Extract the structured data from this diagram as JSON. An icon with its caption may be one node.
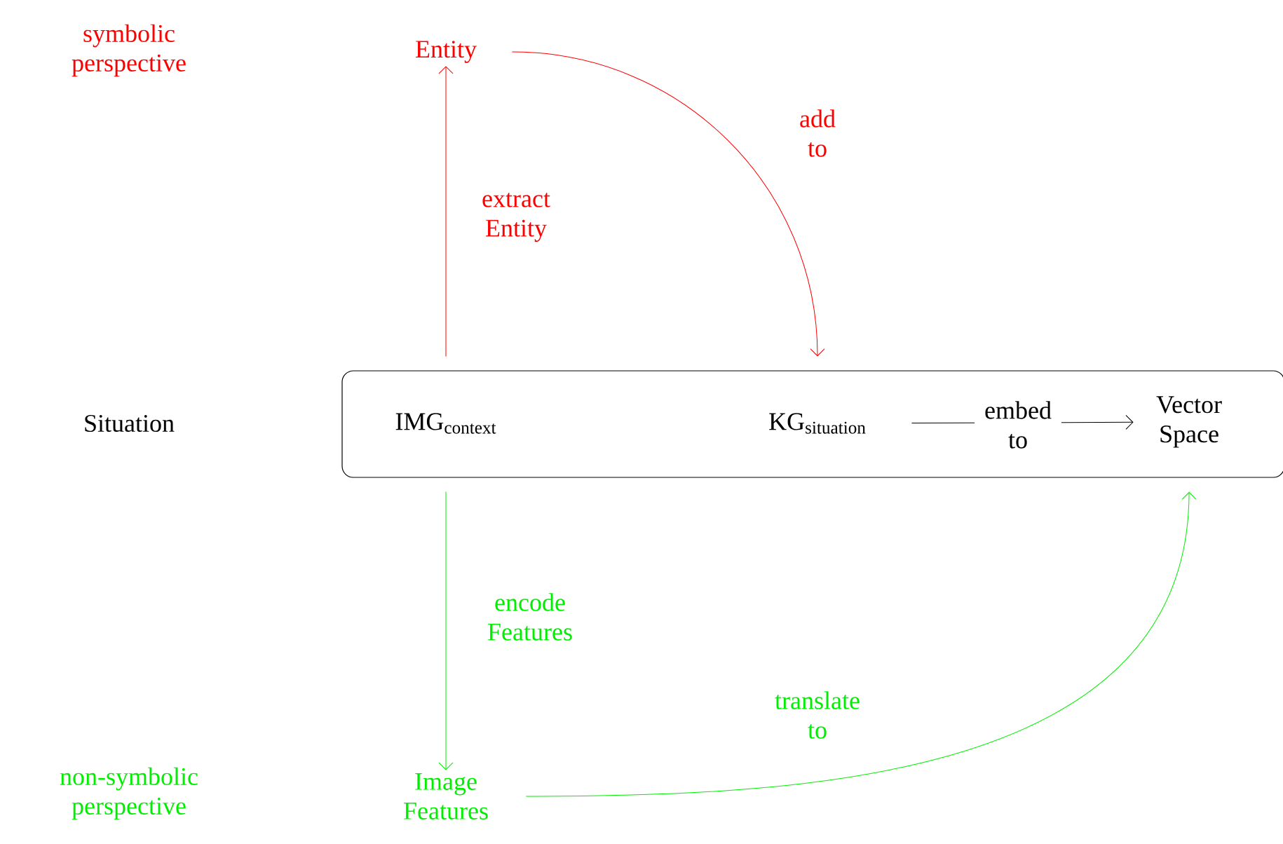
{
  "diagram": {
    "nodes": [
      {
        "text": [],
        "shape": "box"
      },
      {
        "text": [
          "\\text{IMG}_{\\text{context}}"
        ],
        "in": 0
      },
      {
        "text": [
          "\\text{KG}_{\\text{situation}}"
        ],
        "in": 0
      },
      {
        "text": [
          "Vector Space"
        ],
        "in": 0
      },
      {
        "text": [
          "Entity"
        ]
      },
      {
        "text": [
          "Image Features"
        ]
      }
    ],
    "edges": [
      {
        "from": 1,
        "to": 4,
        "arrow": "to",
        "label": "extract Entity",
        "color": "#ff0000"
      },
      {
        "from": 4,
        "to": 2,
        "arrow": "to",
        "label": "add to",
        "color": "#ff0000"
      },
      {
        "from": 2,
        "to": 3,
        "arrow": "to",
        "label": "embed to",
        "color": "#000000"
      },
      {
        "from": 1,
        "to": 5,
        "arrow": "to",
        "label": "encode Features",
        "color": "#00ee00"
      },
      {
        "from": 5,
        "to": 3,
        "arrow": "to",
        "label": "translate to",
        "color": "#00ee00"
      }
    ],
    "labels": [
      "symbolic perspective",
      "Situation",
      "non-symbolic perspective"
    ]
  }
}
